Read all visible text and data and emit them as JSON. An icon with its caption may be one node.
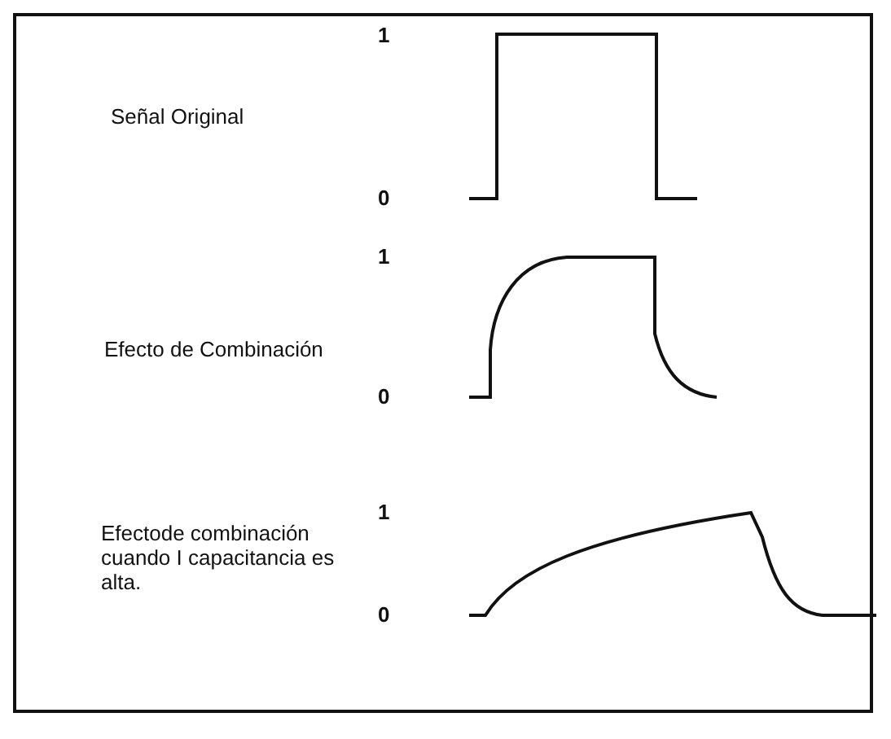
{
  "diagram": {
    "labels": [
      "1",
      "Señal Original",
      "0",
      "1",
      "Efecto de Combinación",
      "0",
      "1",
      "Efectode combinación cuando I capacitancia es alta.",
      "0"
    ]
  }
}
